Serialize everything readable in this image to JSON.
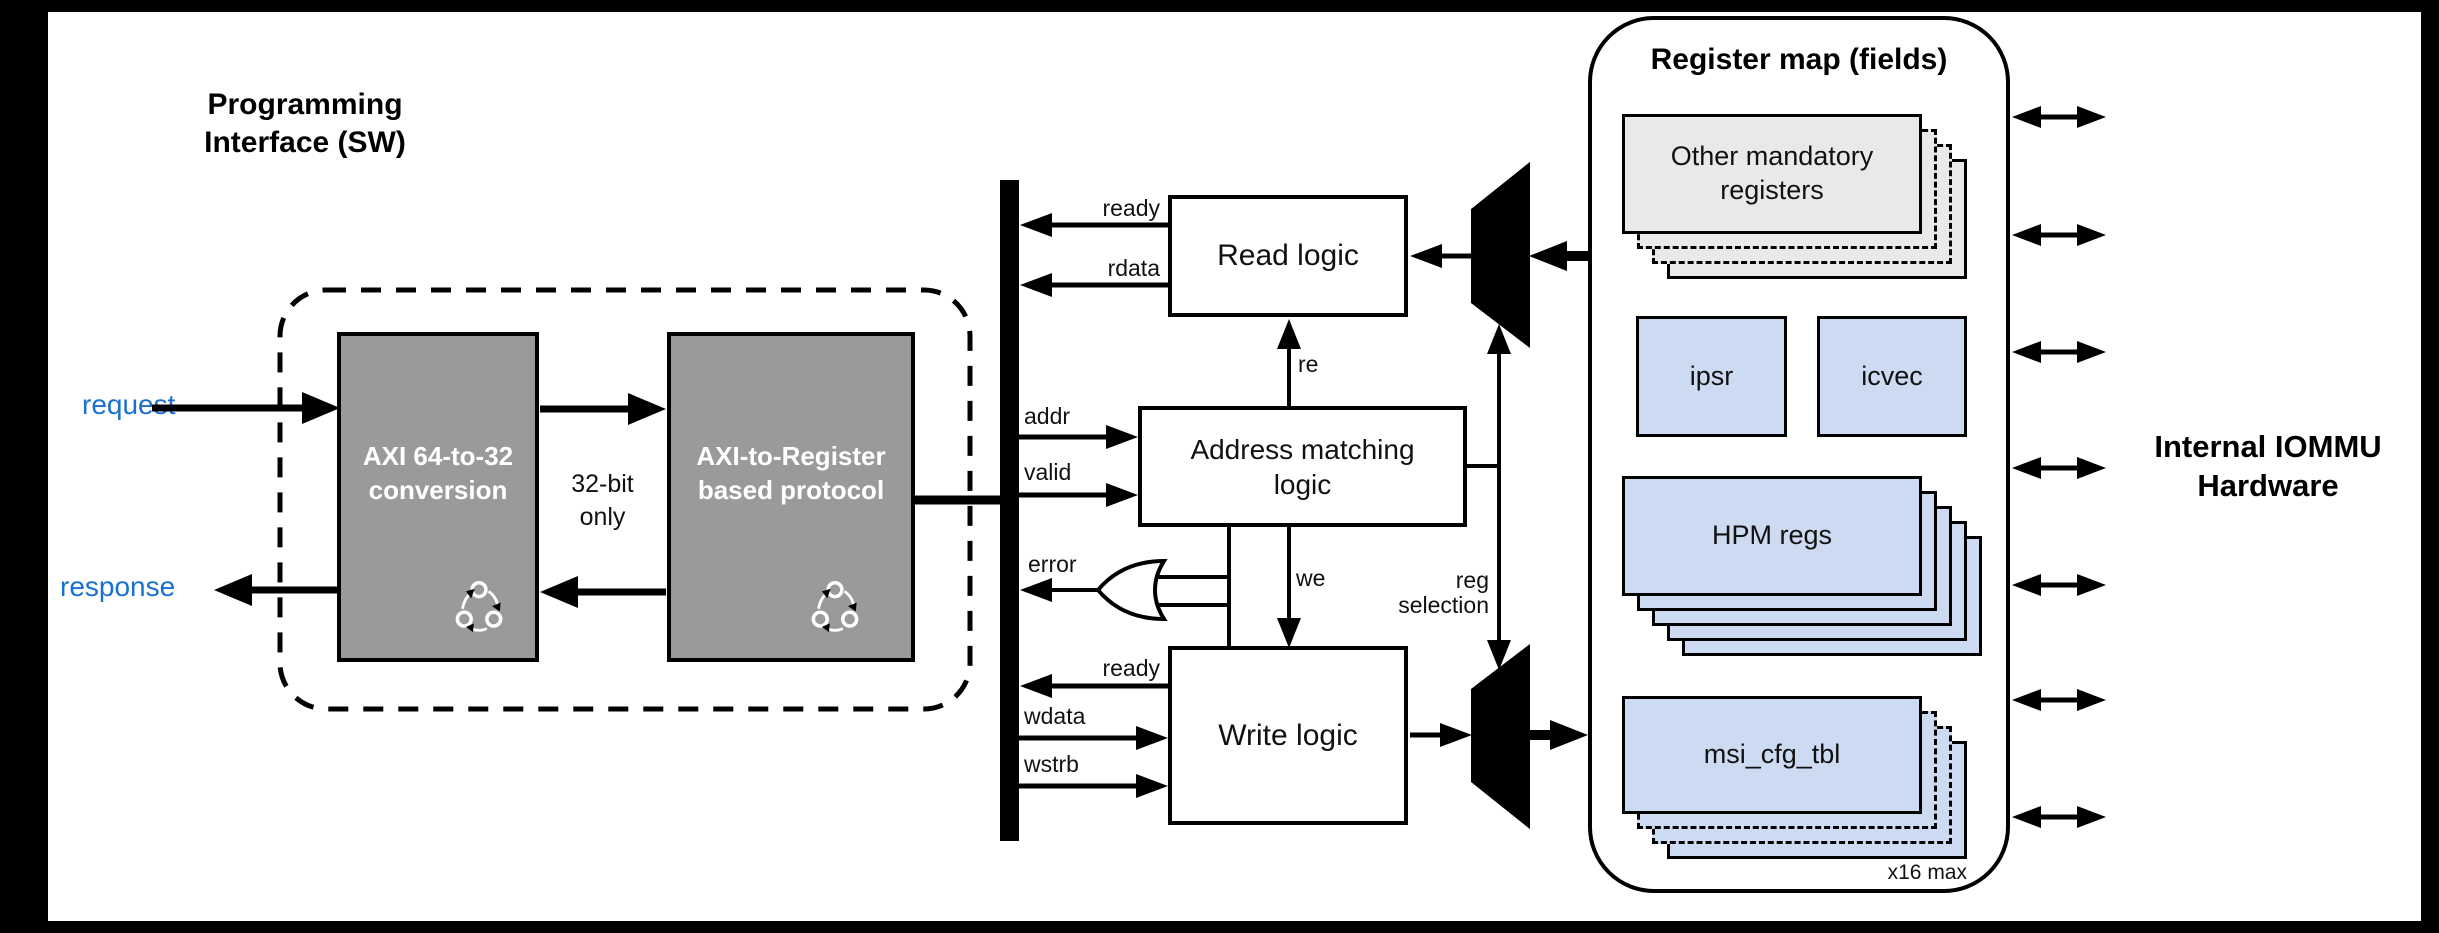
{
  "colors": {
    "blue_label": "#1a6fd2",
    "block_gray": "#9a9a9a",
    "register_blue": "#ccdaf2",
    "register_gray": "#e9e9e9",
    "line_black": "#000000",
    "canvas_white": "#ffffff"
  },
  "left": {
    "title": {
      "line1": "Programming",
      "line2": "Interface (SW)"
    },
    "request_label": "request",
    "response_label": "response",
    "conversion_block": {
      "line1": "AXI 64-to-32",
      "line2": "conversion"
    },
    "protocol_block": {
      "line1": "AXI-to-Register",
      "line2": "based protocol"
    },
    "bus_note": {
      "line1": "32-bit",
      "line2": "only"
    }
  },
  "signals": {
    "ready_read": "ready",
    "rdata": "rdata",
    "addr": "addr",
    "valid": "valid",
    "error": "error",
    "ready_write": "ready",
    "wdata": "wdata",
    "wstrb": "wstrb",
    "re": "re",
    "we": "we",
    "reg_selection": {
      "line1": "reg",
      "line2": "selection"
    }
  },
  "blocks": {
    "read_logic": "Read logic",
    "address_matching": {
      "line1": "Address matching",
      "line2": "logic"
    },
    "write_logic": "Write logic"
  },
  "register_map": {
    "title": "Register map (fields)",
    "other_mandatory": {
      "line1": "Other mandatory",
      "line2": "registers"
    },
    "ipsr": "ipsr",
    "icvec": "icvec",
    "hpm": "HPM regs",
    "msi_cfg": "msi_cfg_tbl",
    "msi_note": "x16 max"
  },
  "right": {
    "title": {
      "line1": "Internal IOMMU",
      "line2": "Hardware"
    }
  },
  "icons": {
    "conversion_block": "sync-cycle-icon",
    "protocol_block": "sync-cycle-icon"
  }
}
